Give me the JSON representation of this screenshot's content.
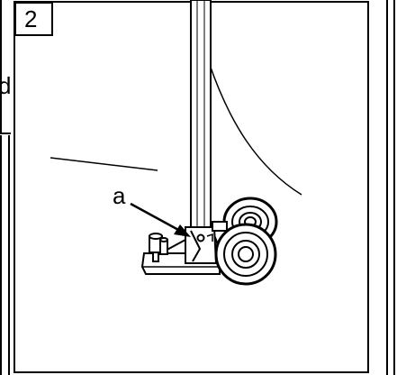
{
  "figure": {
    "step_number": "2",
    "callout_label": "a",
    "edge_glyph": "d"
  },
  "colors": {
    "line": "#000000",
    "background": "#ffffff",
    "fill_light": "#ffffff"
  }
}
